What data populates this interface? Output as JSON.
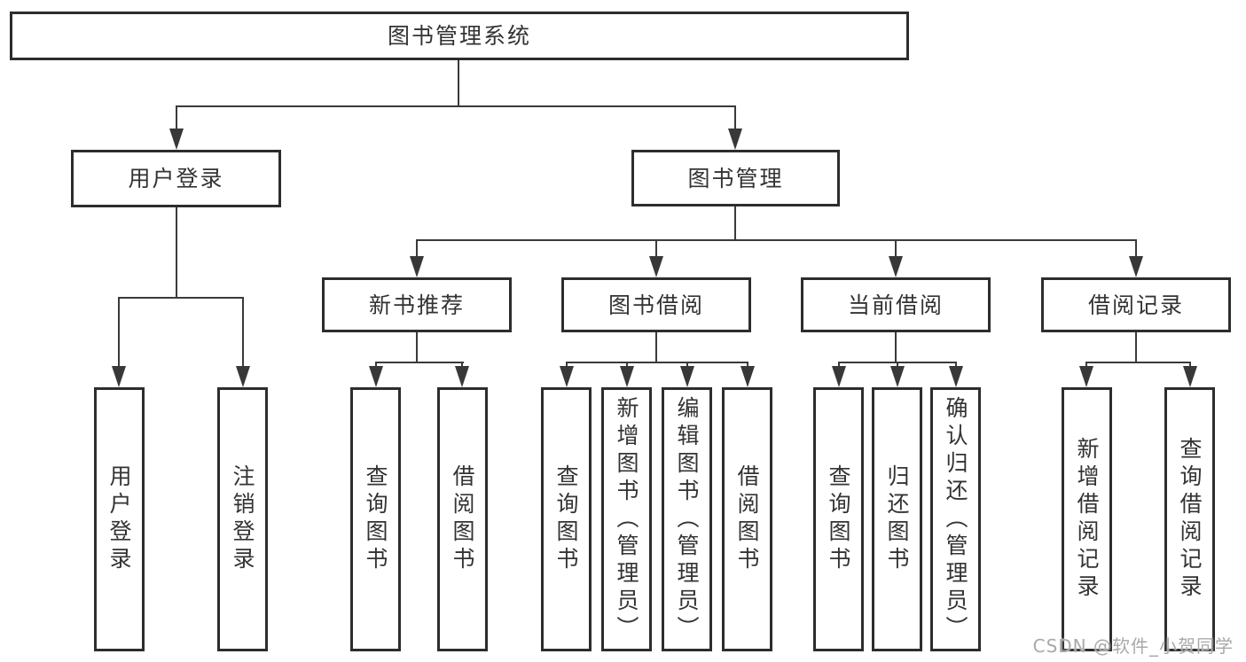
{
  "tree": {
    "root": {
      "label": "图书管理系统"
    },
    "branches": [
      {
        "label": "用户登录",
        "children": [
          {
            "label": "用户登录"
          },
          {
            "label": "注销登录"
          }
        ]
      },
      {
        "label": "图书管理",
        "children": [
          {
            "label": "新书推荐",
            "children": [
              {
                "label": "查询图书"
              },
              {
                "label": "借阅图书"
              }
            ]
          },
          {
            "label": "图书借阅",
            "children": [
              {
                "label": "查询图书"
              },
              {
                "label": "新增图书（管理员）"
              },
              {
                "label": "编辑图书（管理员）"
              },
              {
                "label": "借阅图书"
              }
            ]
          },
          {
            "label": "当前借阅",
            "children": [
              {
                "label": "查询图书"
              },
              {
                "label": "归还图书"
              },
              {
                "label": "确认归还（管理员）"
              }
            ]
          },
          {
            "label": "借阅记录",
            "children": [
              {
                "label": "新增借阅记录"
              },
              {
                "label": "查询借阅记录"
              }
            ]
          }
        ]
      }
    ]
  },
  "watermark": {
    "text": "CSDN @软件_小贺同学",
    "color": "#a9a9a9"
  },
  "colors": {
    "line": "#3a3a3a",
    "box_border": "#2d2d2d",
    "text": "#333333",
    "background": "#ffffff"
  }
}
